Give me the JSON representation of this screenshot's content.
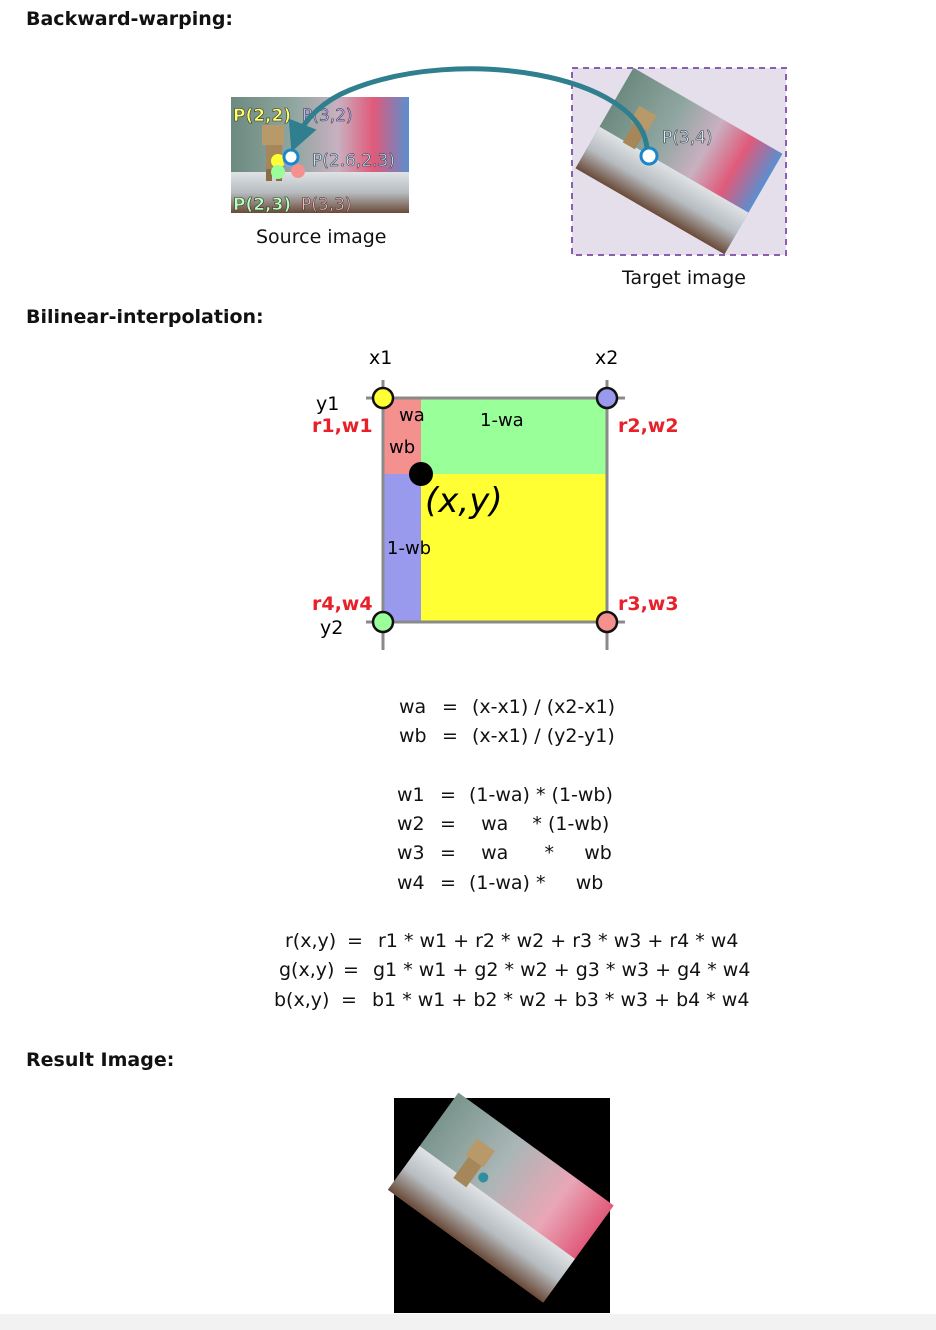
{
  "sections": {
    "warping": "Backward-warping:",
    "bilinear": "Bilinear-interpolation:",
    "result": "Result Image:"
  },
  "warping": {
    "source_caption": "Source image",
    "target_caption": "Target image",
    "labels": {
      "p22": "P(2,2)",
      "p32": "P(3,2)",
      "p2623": "P(2.6,2.3)",
      "p23": "P(2,3)",
      "p33": "P(3,3)",
      "p34": "P(3,4)"
    }
  },
  "grid": {
    "x1": "x1",
    "x2": "x2",
    "y1": "y1",
    "y2": "y2",
    "r1w1": "r1,w1",
    "r2w2": "r2,w2",
    "r3w3": "r3,w3",
    "r4w4": "r4,w4",
    "wa": "wa",
    "one_minus_wa": "1-wa",
    "wb": "wb",
    "one_minus_wb": "1-wb",
    "xy": "(x,y)"
  },
  "colors": {
    "yellow": "#ffff33",
    "green": "#99ff99",
    "pink": "#f4918f",
    "blue": "#9999ee",
    "red_label": "#e8202a",
    "arrow": "#2f7f8f",
    "dashed": "#8a5fb0"
  },
  "equations": {
    "weights": [
      {
        "lhs": "wa",
        "eq": "=",
        "rhs": "(x-x1) / (x2-x1)"
      },
      {
        "lhs": "wb",
        "eq": "=",
        "rhs": "(x-x1) / (y2-y1)"
      }
    ],
    "ws": [
      {
        "lhs": "w1",
        "eq": "=",
        "rhs": "(1-wa) * (1-wb)"
      },
      {
        "lhs": "w2",
        "eq": "=",
        "rhs": "  wa    * (1-wb)"
      },
      {
        "lhs": "w3",
        "eq": "=",
        "rhs": "  wa      *     wb"
      },
      {
        "lhs": "w4",
        "eq": "=",
        "rhs": "(1-wa) *     wb"
      }
    ],
    "rgb": [
      {
        "lhs": "r(x,y)",
        "eq": "=",
        "rhs": "r1 * w1 + r2 * w2 + r3 * w3 + r4 * w4"
      },
      {
        "lhs": "g(x,y)",
        "eq": "=",
        "rhs": "g1 * w1 + g2 * w2 + g3 * w3 + g4 * w4"
      },
      {
        "lhs": "b(x,y)",
        "eq": "=",
        "rhs": "b1 * w1 + b2 * w2 + b3 * w3 + b4 * w4"
      }
    ]
  }
}
